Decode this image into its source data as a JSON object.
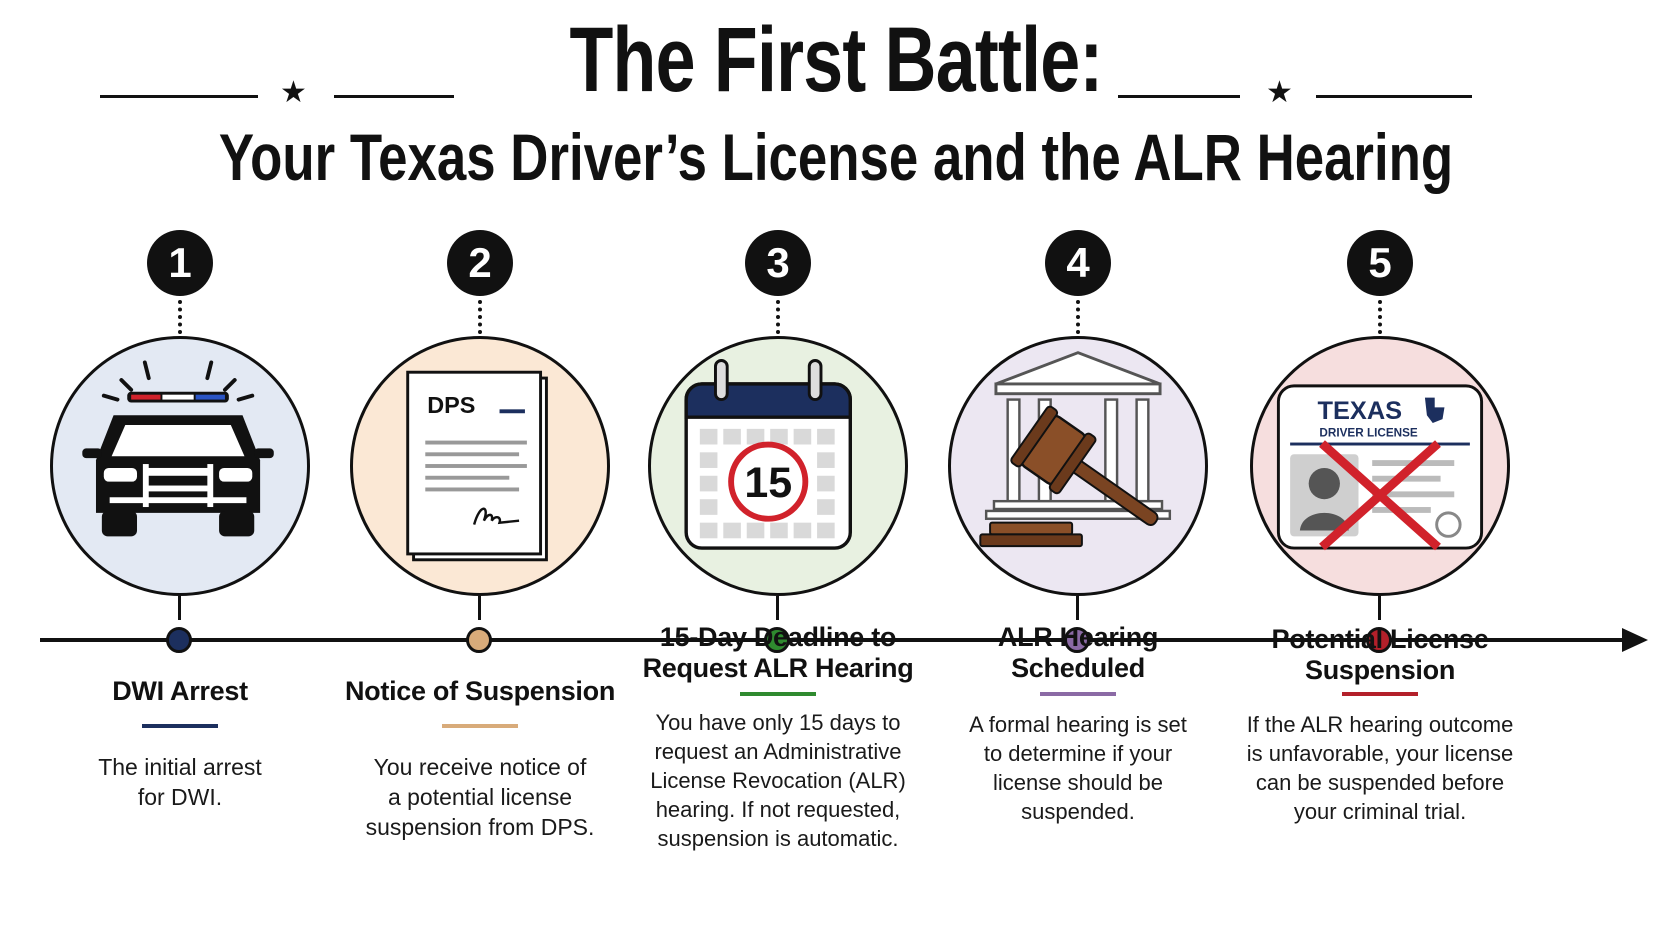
{
  "header": {
    "title": "The First Battle:",
    "subtitle": "Your Texas Driver’s License and the ALR Hearing"
  },
  "colors": {
    "step1": "#1c2f5e",
    "step2": "#d8ab7a",
    "step3": "#2f8a2f",
    "step4": "#8b6aa5",
    "step5": "#b3202a"
  },
  "steps": [
    {
      "number": "1",
      "icon": "police-car-icon",
      "label_lines": [
        "DWI Arrest"
      ],
      "description_lines": [
        "The initial arrest",
        "for DWI."
      ]
    },
    {
      "number": "2",
      "icon": "dps-document-icon",
      "doc_text": "DPS",
      "label_lines": [
        "Notice of Suspension"
      ],
      "description_lines": [
        "You receive notice of",
        "a potential license",
        "suspension from DPS."
      ]
    },
    {
      "number": "3",
      "icon": "calendar-icon",
      "calendar_day": "15",
      "label_lines": [
        "15-Day Deadline to",
        "Request ALR Hearing"
      ],
      "description_lines": [
        "You have only 15 days to",
        "request an Administrative",
        "License Revocation (ALR)",
        "hearing. If not requested,",
        "suspension is automatic."
      ]
    },
    {
      "number": "4",
      "icon": "courthouse-gavel-icon",
      "label_lines": [
        "ALR Hearing",
        "Scheduled"
      ],
      "description_lines": [
        "A formal hearing is set",
        "to determine if your",
        "license should be",
        "suspended."
      ]
    },
    {
      "number": "5",
      "icon": "crossed-license-icon",
      "license_state": "TEXAS",
      "license_type": "DRIVER LICENSE",
      "label_lines": [
        "Potential License",
        "Suspension"
      ],
      "description_lines": [
        "If the ALR hearing outcome",
        "is unfavorable, your license",
        "can be suspended before",
        "your criminal trial."
      ]
    }
  ]
}
